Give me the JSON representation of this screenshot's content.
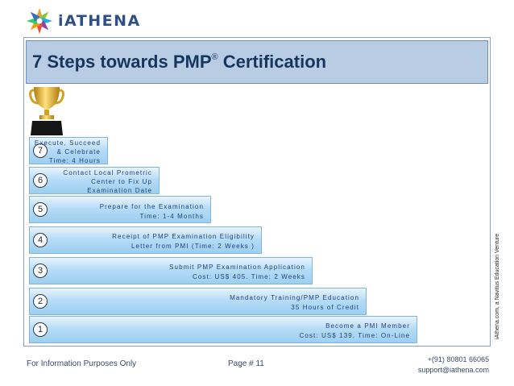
{
  "brand": {
    "name": "iATHENA"
  },
  "title": {
    "main": "7 Steps towards PMP",
    "sup": "®",
    "rest": " Certification"
  },
  "steps": [
    {
      "num": "1",
      "lines": [
        "Become a PMI Member",
        "Cost: US$ 139. Time: On-Line"
      ]
    },
    {
      "num": "2",
      "lines": [
        "Mandatory Training/PMP Education",
        "35 Hours of Credit"
      ]
    },
    {
      "num": "3",
      "lines": [
        "Submit PMP Examination Application",
        "Cost: US$ 405. Time: 2 Weeks"
      ]
    },
    {
      "num": "4",
      "lines": [
        "Receipt of PMP Examination Eligibility",
        "Letter from PMI (Time: 2 Weeks )"
      ]
    },
    {
      "num": "5",
      "lines": [
        "Prepare for the Examination",
        "Time: 1-4 Months"
      ]
    },
    {
      "num": "6",
      "lines": [
        "Contact Local Prometric",
        "Center to Fix Up",
        "Examination Date"
      ]
    },
    {
      "num": "7",
      "lines": [
        "Execute, Succeed",
        "& Celebrate",
        "Time: 4 Hours"
      ]
    }
  ],
  "side_text": "iAthena.com, a Navitus Education Venture",
  "footer": {
    "left": "For Information Purposes Only",
    "page": "Page # 11",
    "phone": "+(91) 80801 66065",
    "email": "support@iathena.com"
  }
}
